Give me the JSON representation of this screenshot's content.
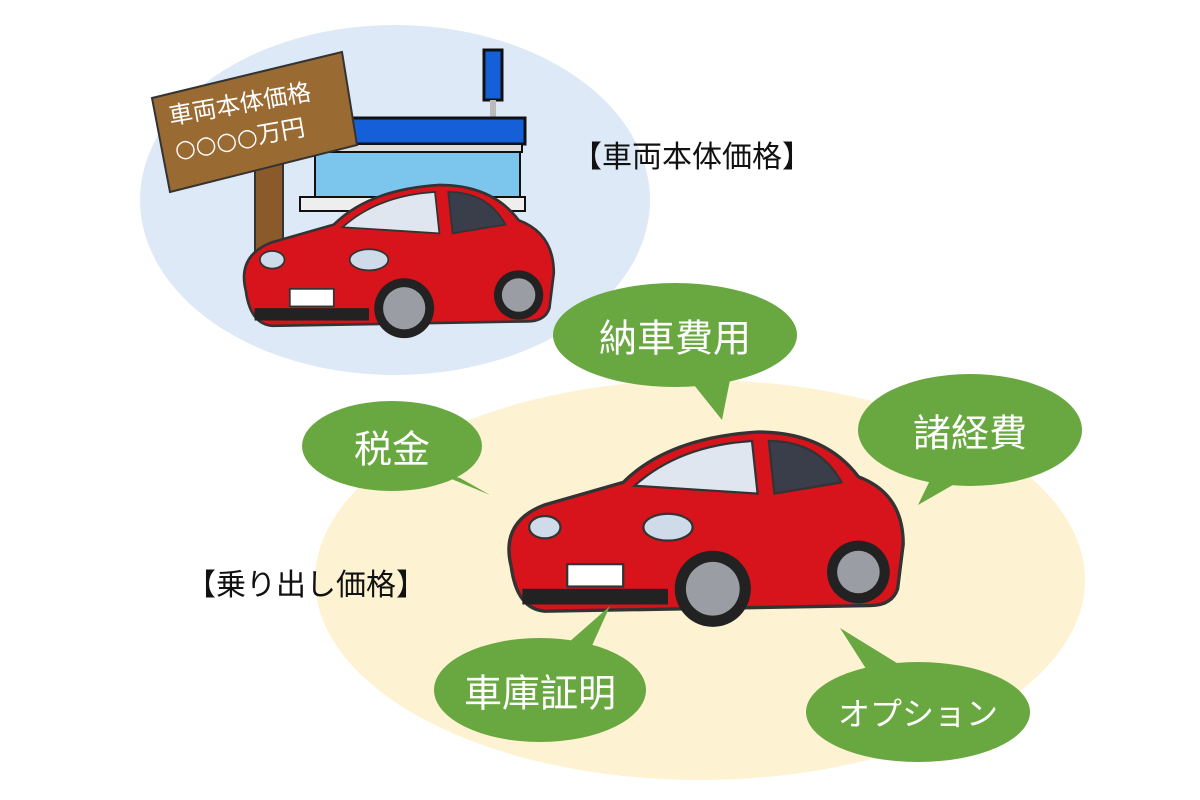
{
  "labels": {
    "vehicle_price": "【車両本体価格】",
    "drive_away_price": "【乗り出し価格】"
  },
  "sign": {
    "line1": "車両本体価格",
    "line2": "○○○○万円"
  },
  "bubbles": [
    "納車費用",
    "税金",
    "諸経費",
    "車庫証明",
    "オプション"
  ],
  "colors": {
    "blue_area": "#dde9f6",
    "yellow_area": "#fdf2d2",
    "bubble_green": "#69a840",
    "car_red": "#d7141b",
    "sign_brown": "#9a6a33",
    "shop_blue": "#1560d8"
  }
}
